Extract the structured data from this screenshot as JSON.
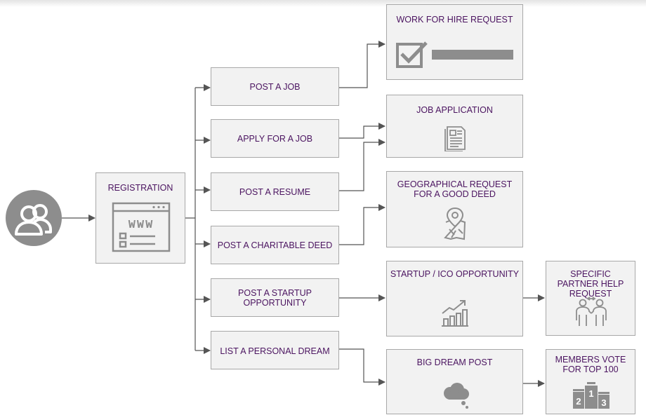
{
  "registration": {
    "title": "REGISTRATION",
    "www": "WWW"
  },
  "actions": [
    "POST A JOB",
    "APPLY FOR A JOB",
    "POST A RESUME",
    "POST A CHARITABLE DEED",
    "POST A STARTUP OPPORTUNITY",
    "LIST A PERSONAL DREAM"
  ],
  "outcomes": [
    "WORK FOR HIRE REQUEST",
    "JOB APPLICATION",
    "GEOGRAPHICAL REQUEST FOR A GOOD DEED",
    "STARTUP / ICO OPPORTUNITY",
    "BIG DREAM POST"
  ],
  "final": [
    "SPECIFIC PARTNER HELP REQUEST",
    "MEMBERS VOTE FOR TOP 100"
  ],
  "podium": {
    "first": "1",
    "second": "2",
    "third": "3"
  },
  "colors": {
    "title": "#4b1460",
    "box": "#f2f2f2",
    "border": "#a8a8a8",
    "icon": "#8d8d8d",
    "line": "#555555"
  },
  "icons": {
    "user": "users-icon",
    "registration": "browser-window-icon",
    "work_for_hire": "checkbox-icon",
    "job_application": "document-icon",
    "good_deed": "map-pin-icon",
    "startup": "growth-chart-icon",
    "partner": "handshake-people-icon",
    "dream": "thought-cloud-icon",
    "vote": "podium-icon"
  }
}
